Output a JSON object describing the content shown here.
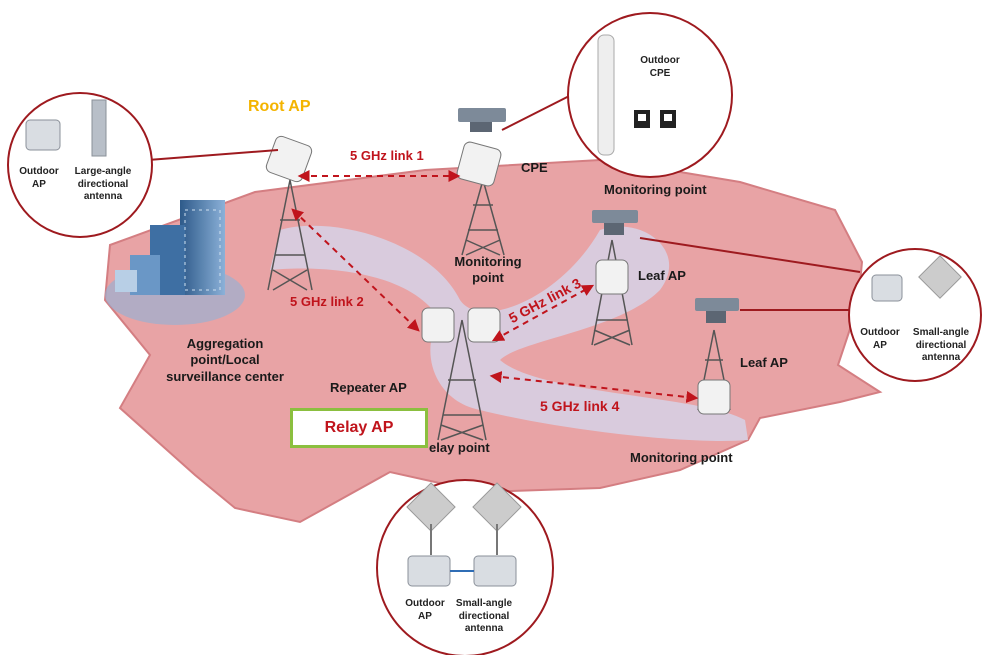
{
  "labels": {
    "root_ap": "Root AP",
    "link1": "5 GHz link 1",
    "link2": "5 GHz link 2",
    "link3": "5 GHz link 3",
    "link4": "5 GHz link 4",
    "cpe": "CPE",
    "monitoring_point_top": "Monitoring point",
    "monitoring_point_center_1": "Monitoring",
    "monitoring_point_center_2": "point",
    "monitoring_point_bottom": "Monitoring point",
    "leaf_ap_1": "Leaf AP",
    "leaf_ap_2": "Leaf AP",
    "aggregation_1": "Aggregation",
    "aggregation_2": "point/Local",
    "aggregation_3": "surveillance center",
    "repeater_ap": "Repeater AP",
    "relay_ap": "Relay AP",
    "relay_point": "elay point"
  },
  "callouts": {
    "left": {
      "outdoor_ap": [
        "Outdoor",
        "AP"
      ],
      "antenna": [
        "Large-angle",
        "directional",
        "antenna"
      ]
    },
    "top": {
      "cpe": [
        "Outdoor",
        "CPE"
      ]
    },
    "right": {
      "outdoor_ap": [
        "Outdoor",
        "AP"
      ],
      "antenna": [
        "Small-angle",
        "directional",
        "antenna"
      ]
    },
    "bottom": {
      "outdoor_ap": [
        "Outdoor",
        "AP"
      ],
      "antenna": [
        "Small-angle",
        "directional",
        "antenna"
      ]
    }
  },
  "colors": {
    "area_fill": "#e8a3a5",
    "area_edge": "#d47e82",
    "path_band": "#d6d2e6",
    "link_red": "#c0141c",
    "callout_border": "#9e1a1f",
    "root_ap_yellow": "#f4b400",
    "relay_box_border": "#8bbf3f"
  }
}
